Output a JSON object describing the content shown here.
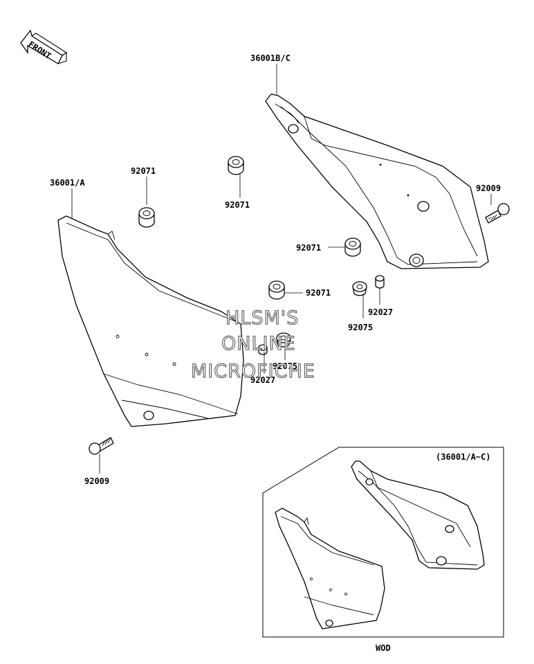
{
  "front_arrow": {
    "label": "FRONT",
    "icon": "front-arrow-icon"
  },
  "labels": {
    "cover_right": "36001B/C",
    "cover_left": "36001/A",
    "grommet_a": "92071",
    "grommet_b": "92071",
    "grommet_c": "92071",
    "grommet_d": "92071",
    "bolt_right": "92009",
    "bolt_left": "92009",
    "collar_right": "92027",
    "collar_left": "92027",
    "damper_right": "92075",
    "damper_left": "92075",
    "inset_range": "(36001/A~C)",
    "inset_caption": "WOD"
  },
  "watermark": {
    "line1": "HLSM'S",
    "line2": "ONLINE",
    "line3": "MICROFICHE"
  }
}
